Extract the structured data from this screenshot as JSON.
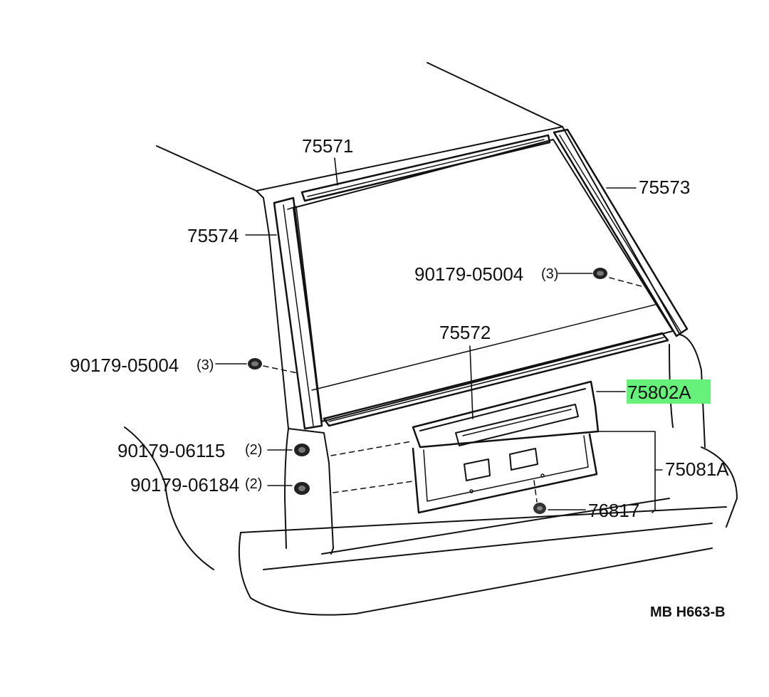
{
  "diagram": {
    "labels": {
      "roof_molding": "75571",
      "right_pillar_molding": "75573",
      "left_pillar_molding": "75574",
      "lower_molding": "75572",
      "nut_upper_right": "90179-05004",
      "nut_upper_right_qty": "(3)",
      "nut_left": "90179-05004",
      "nut_left_qty": "(3)",
      "highlighted_part": "75802A",
      "nut_06115": "90179-06115",
      "nut_06115_qty": "(2)",
      "nut_06184": "90179-06184",
      "nut_06184_qty": "(2)",
      "plate_assembly": "75081A",
      "clip": "76817",
      "figure_code": "MB H663-B"
    },
    "highlight_color": "#66f27a"
  }
}
